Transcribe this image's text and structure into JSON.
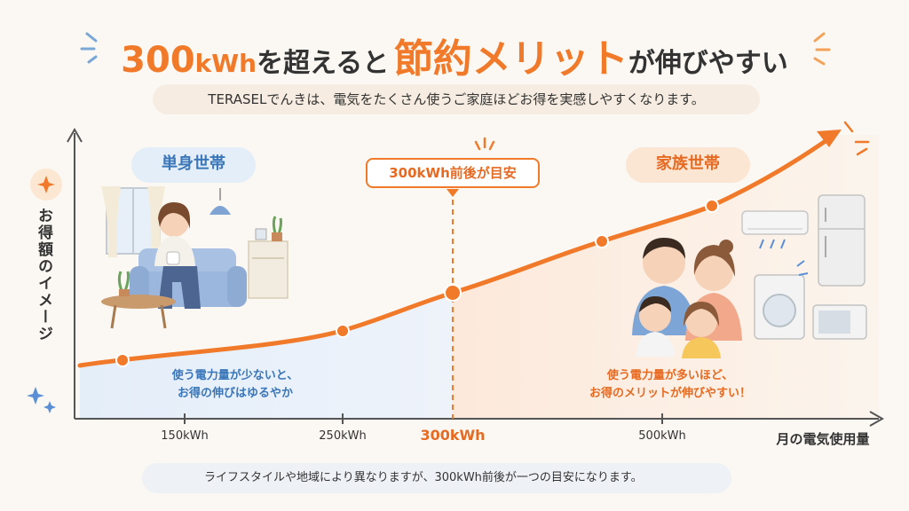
{
  "title": {
    "part1_num": "300",
    "part1_unit": "kWh",
    "part2": "を超えると",
    "highlight": "節約メリット",
    "part3": "が伸びやすい"
  },
  "subtitle": "TERASELでんきは、電気をたくさん使うご家庭ほどお得を実感しやすくなります。",
  "single_label": "単身世帯",
  "family_label": "家族世帯",
  "callout": "300kWh前後が目安",
  "left_note": [
    "使う電力量が少ないと、",
    "お得の伸びはゆるやか"
  ],
  "right_note": [
    "使う電力量が多いほど、",
    "お得のメリットが伸びやすい！"
  ],
  "x_ticks": [
    "150kWh",
    "250kWh",
    "300kWh",
    "500kWh"
  ],
  "x_axis_label": "月の電気使用量",
  "y_axis_label": "お得額のイメージ",
  "footer": "ライフスタイルや地域により異なりますが、300kWh前後が一つの目安になります。",
  "colors": {
    "accent": "#f07a2a",
    "blue": "#3a76b8",
    "background": "#fbf8f3"
  },
  "icons": {
    "footer": "lightbulb-icon",
    "sparkle": "sparkle-icon"
  }
}
